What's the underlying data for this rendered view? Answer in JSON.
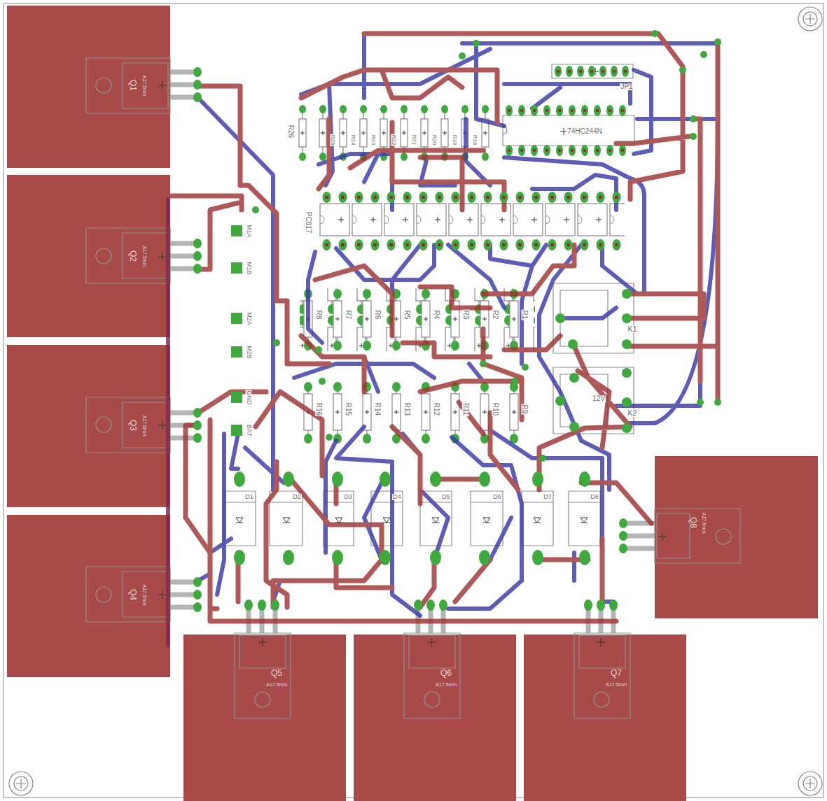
{
  "diagram": {
    "labels": [
      "Q1",
      "A17.5mm",
      "Q2",
      "A17.5mm",
      "Q3",
      "A17.5mm",
      "Q4",
      "A17.5mm",
      "Q5",
      "A17.5mm",
      "Q6",
      "A17.5mm",
      "Q7",
      "A17.5mm",
      "Q8",
      "A17.5mm",
      "R26",
      "R25",
      "R24",
      "R23",
      "R22",
      "R21",
      "R20",
      "R19",
      "R18",
      "JP1",
      "74HC244N",
      "PC817",
      "M1A",
      "M1B",
      "M2A",
      "M2B",
      "GND",
      "BAT",
      "R8",
      "R7",
      "R6",
      "R5",
      "R4",
      "R3",
      "R2",
      "R1",
      "R16",
      "R15",
      "R14",
      "R13",
      "R12",
      "R11",
      "R10",
      "R9",
      "D1",
      "D2",
      "D3",
      "D4",
      "D5",
      "D6",
      "D7",
      "D8",
      "K1",
      "K2",
      "12V"
    ]
  }
}
